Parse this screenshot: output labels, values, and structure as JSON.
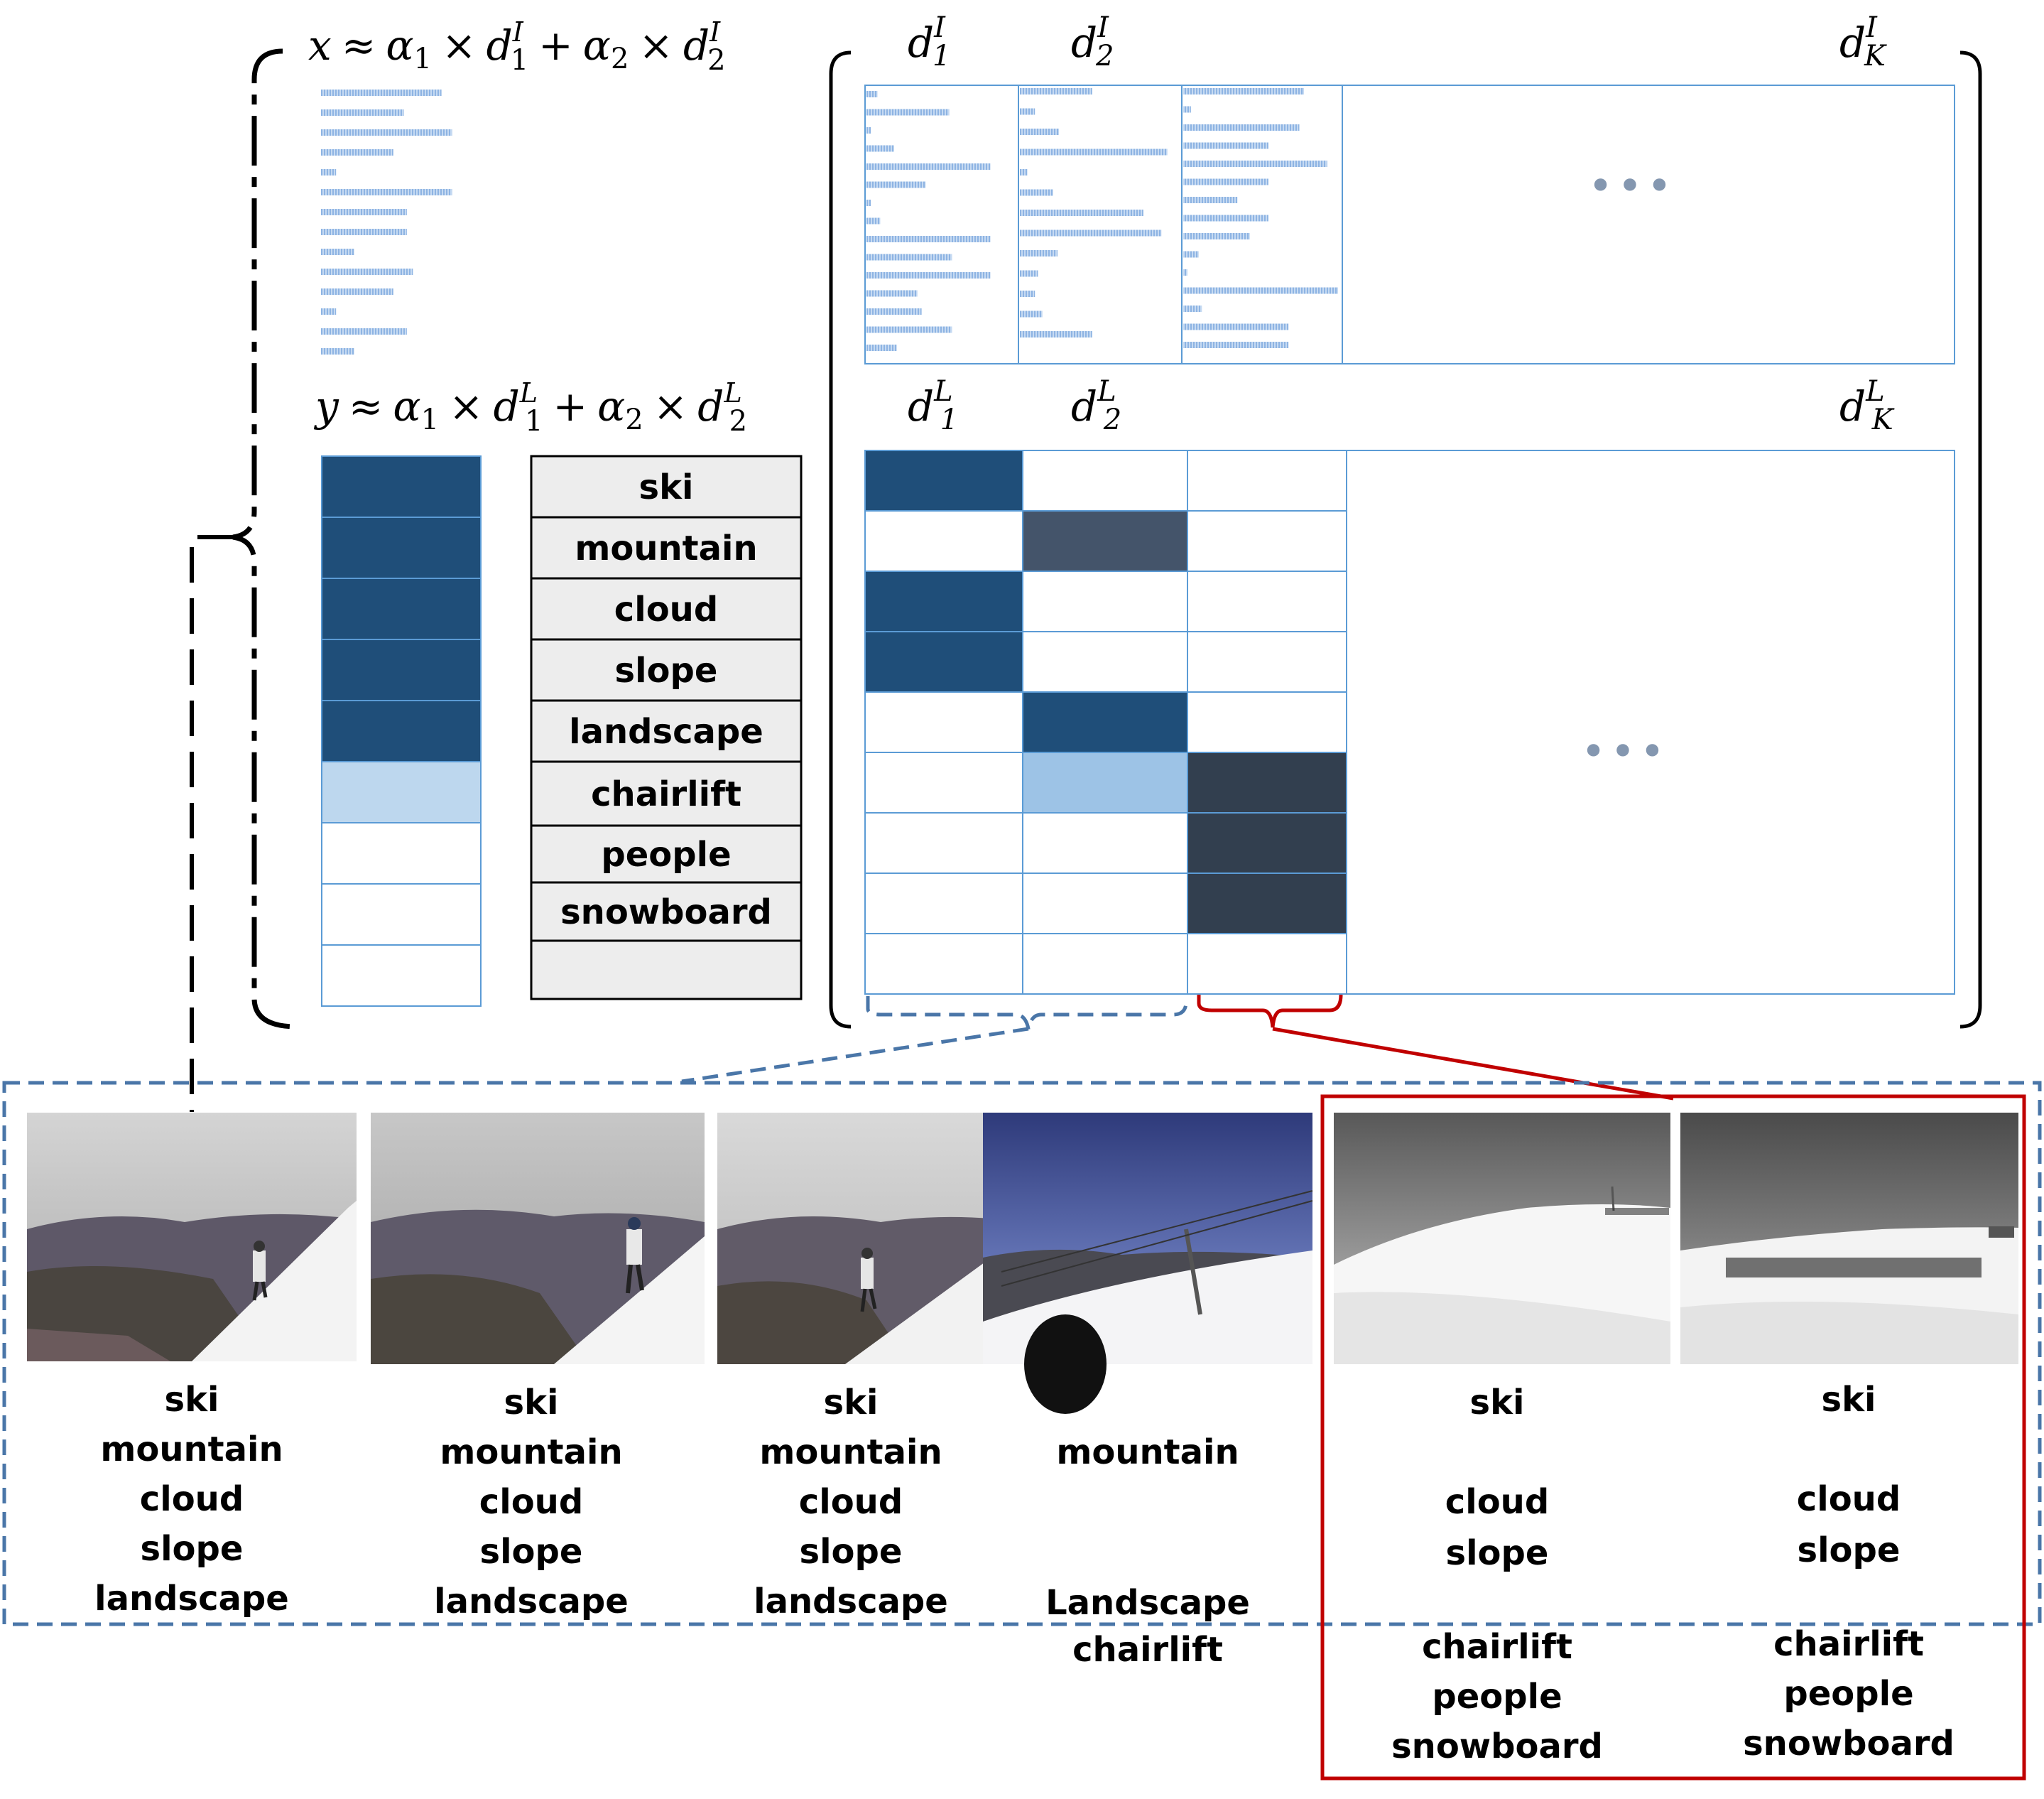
{
  "equations": {
    "x": {
      "lhs": "x",
      "approx": "≈",
      "a1": "α",
      "a1_sub": "1",
      "times": "×",
      "d": "d",
      "sup": "I",
      "s1": "1",
      "plus": "+",
      "a2": "α",
      "a2_sub": "2",
      "s2": "2"
    },
    "y": {
      "lhs": "y",
      "approx": "≈",
      "a1": "α",
      "a1_sub": "1",
      "times": "×",
      "d": "d",
      "sup": "L",
      "s1": "1",
      "plus": "+",
      "a2": "α",
      "a2_sub": "2",
      "s2": "2"
    }
  },
  "image_dictionary": {
    "headers": [
      {
        "base": "d",
        "sup": "I",
        "sub": "1"
      },
      {
        "base": "d",
        "sup": "I",
        "sub": "2"
      },
      {
        "base": "d",
        "sup": "I",
        "sub": "K"
      }
    ],
    "ellipsis": "•••",
    "feature_lengths": {
      "x": [
        0.8,
        0.55,
        0.87,
        0.48,
        0.1,
        0.87,
        0.57,
        0.57,
        0.22,
        0.61,
        0.48,
        0.1,
        0.57,
        0.22
      ],
      "col1": [
        0.08,
        0.6,
        0.01,
        0.2,
        0.9,
        0.43,
        0.01,
        0.1,
        0.9,
        0.62,
        0.9,
        0.37,
        0.4,
        0.62,
        0.22
      ],
      "col2": [
        0.48,
        0.1,
        0.26,
        0.98,
        0.05,
        0.22,
        0.82,
        0.94,
        0.25,
        0.12,
        0.1,
        0.15,
        0.48
      ],
      "col3": [
        0.78,
        0.05,
        0.75,
        0.55,
        0.93,
        0.55,
        0.35,
        0.55,
        0.43,
        0.1,
        0.01,
        1.0,
        0.12,
        0.68,
        0.68
      ]
    }
  },
  "label_dictionary": {
    "headers": [
      {
        "base": "d",
        "sup": "L",
        "sub": "1"
      },
      {
        "base": "d",
        "sup": "L",
        "sub": "2"
      },
      {
        "base": "d",
        "sup": "L",
        "sub": "K"
      }
    ],
    "ellipsis": "•••",
    "cells": [
      [
        "#1f4e79",
        "",
        ""
      ],
      [
        "",
        "#44546a",
        ""
      ],
      [
        "#1f4e79",
        "",
        ""
      ],
      [
        "#1f4e79",
        "",
        ""
      ],
      [
        "",
        "#1f4e79",
        ""
      ],
      [
        "",
        "#9dc3e6",
        "#323f4f"
      ],
      [
        "",
        "",
        "#323f4f"
      ],
      [
        "",
        "",
        "#323f4f"
      ],
      [
        "",
        "",
        ""
      ]
    ]
  },
  "label_vector": {
    "colors": [
      "#1f4e79",
      "#1f4e79",
      "#1f4e79",
      "#1f4e79",
      "#1f4e79",
      "#bdd7ee",
      "#ffffff",
      "#ffffff",
      "#ffffff"
    ]
  },
  "vocabulary": [
    "ski",
    "mountain",
    "cloud",
    "slope",
    "landscape",
    "chairlift",
    "people",
    "snowboard",
    ""
  ],
  "images": [
    {
      "lines": [
        "ski",
        "mountain",
        "cloud",
        "slope",
        "landscape"
      ]
    },
    {
      "lines": [
        "ski",
        "mountain",
        "cloud",
        "slope",
        "landscape"
      ]
    },
    {
      "lines": [
        "ski",
        "mountain",
        "cloud",
        "slope",
        "landscape"
      ]
    },
    {
      "lines": [
        "mountain",
        "",
        "",
        "Landscape",
        "chairlift"
      ]
    },
    {
      "lines": [
        "ski",
        "",
        "cloud",
        "slope",
        "",
        "chairlift",
        "people",
        "snowboard"
      ]
    },
    {
      "lines": [
        "ski",
        "",
        "cloud",
        "slope",
        "",
        "chairlift",
        "people",
        "snowboard"
      ]
    }
  ],
  "colors": {
    "feature_blue": "#8eb4e3",
    "grid_blue": "#5b9bd5",
    "dashed_blue": "#4a76a8",
    "red": "#c00000",
    "ellipsis": "#8497b0"
  }
}
